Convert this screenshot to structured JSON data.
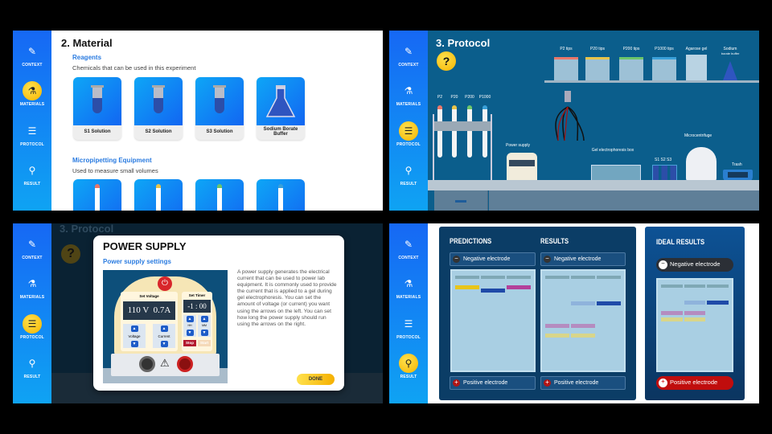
{
  "sidebar": {
    "items": [
      {
        "label": "CONTEXT",
        "icon": "clipboard-edit-icon"
      },
      {
        "label": "MATERIALS",
        "icon": "test-tube-icon"
      },
      {
        "label": "PROTOCOL",
        "icon": "checklist-icon"
      },
      {
        "label": "RESULT",
        "icon": "magnifier-icon"
      }
    ]
  },
  "materials": {
    "title": "2. Material",
    "reagents_heading": "Reagents",
    "reagents_sub": "Chemicals that can be used in this experiment",
    "reagents": [
      "S1 Solution",
      "S2 Solution",
      "S3 Solution",
      "Sodium Borate Buffer"
    ],
    "pipetting_heading": "Micropipetting Equipment",
    "pipetting_sub": "Used to measure small volumes",
    "pipette_colors": [
      "#e8776a",
      "#e8c44a",
      "#6cc56a",
      "#3aa0d8"
    ]
  },
  "protocol": {
    "title": "3. Protocol",
    "help": "?",
    "shelf": [
      "P2 tips",
      "P20 tips",
      "P200 tips",
      "P1000 tips",
      "Agarose gel",
      "Sodium",
      "borate buffer"
    ],
    "pipettes": [
      "P2",
      "P20",
      "P200",
      "P1000"
    ],
    "power_supply": "Power supply",
    "gel_box": "Gel electrophoresis box",
    "samples": [
      "S1",
      "S2",
      "S3"
    ],
    "centrifuge": "Microcentrifuge",
    "trash": "Trash"
  },
  "modal": {
    "title": "POWER SUPPLY",
    "subtitle": "Power supply settings",
    "set_voltage": "Set Voltage",
    "set_timer": "Set Timer",
    "voltage_display": "110 V  0.7A",
    "timer_display": "-1 : 00",
    "hh": "HH",
    "mm": "MM",
    "voltage": "Voltage",
    "current": "Current",
    "stop": "Stop",
    "start": "Start",
    "description": "A power supply generates the electrical current that can be used to power lab equipment. It is commonly used to provide the current that is applied to a gel during gel electrophoresis. You can set the amount of voltage (or current) you want using the arrows on the left. You can set how long the power supply should run using the arrows on the right.",
    "done": "DONE"
  },
  "results": {
    "predictions": "PREDICTIONS",
    "results": "RESULTS",
    "ideal": "IDEAL RESULTS",
    "negative": "Negative electrode",
    "positive": "Positive electrode",
    "colors": {
      "yellow": "#e8c51a",
      "darkblue": "#1f4aa8",
      "magenta": "#b3409a",
      "lightblue": "#8fb3dc",
      "purple": "#b58cc0",
      "paleyellow": "#d8d58a"
    },
    "gels": {
      "predictions": [
        {
          "lane": 1,
          "migration": 0.1,
          "color": "yellow"
        },
        {
          "lane": 2,
          "migration": 0.13,
          "color": "darkblue"
        },
        {
          "lane": 3,
          "migration": 0.1,
          "color": "magenta"
        }
      ],
      "results": [
        {
          "lane": 2,
          "migration": 0.26,
          "color": "lightblue"
        },
        {
          "lane": 3,
          "migration": 0.26,
          "color": "darkblue"
        },
        {
          "lane": 1,
          "migration": 0.48,
          "color": "purple"
        },
        {
          "lane": 2,
          "migration": 0.48,
          "color": "purple"
        },
        {
          "lane": 1,
          "migration": 0.58,
          "color": "paleyellow"
        },
        {
          "lane": 2,
          "migration": 0.58,
          "color": "paleyellow"
        }
      ],
      "ideal": [
        {
          "lane": 2,
          "migration": 0.18,
          "color": "lightblue"
        },
        {
          "lane": 3,
          "migration": 0.18,
          "color": "darkblue"
        },
        {
          "lane": 1,
          "migration": 0.29,
          "color": "purple"
        },
        {
          "lane": 2,
          "migration": 0.29,
          "color": "purple"
        },
        {
          "lane": 1,
          "migration": 0.36,
          "color": "paleyellow"
        },
        {
          "lane": 2,
          "migration": 0.36,
          "color": "paleyellow"
        }
      ]
    }
  }
}
